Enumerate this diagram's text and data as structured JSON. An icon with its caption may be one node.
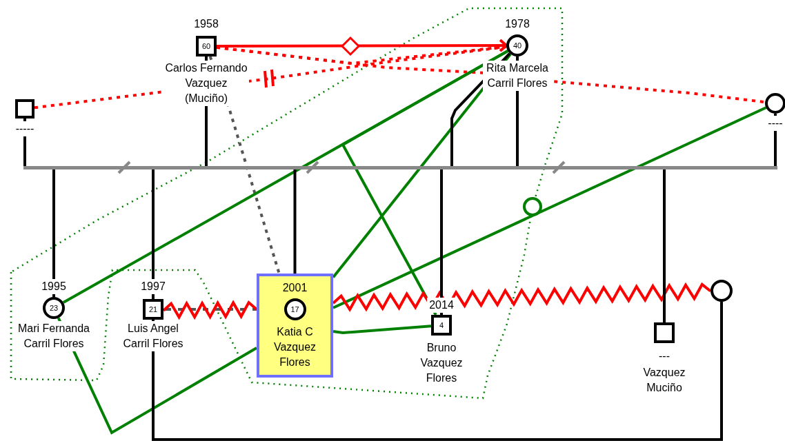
{
  "diagram": {
    "nodes": [
      {
        "text": [
          "60"
        ],
        "beside": [
          "1958",
          "Carlos Fernando Vazquez (Muciño)"
        ]
      },
      {
        "text": [
          "40"
        ],
        "beside": [
          "1978",
          "Rita Marcela Carril Flores"
        ]
      },
      {
        "text": [],
        "shape": "box",
        "beside": [
          "-----"
        ]
      },
      {
        "text": [],
        "shape": "circle",
        "beside": [
          "----"
        ]
      },
      {
        "text": [],
        "shape": "bar"
      },
      {
        "text": [
          "23"
        ],
        "beside": [
          "1995",
          "Mari Fernanda Carril Flores"
        ]
      },
      {
        "text": [
          "21"
        ],
        "beside": [
          "1997",
          "Luis Angel Carril Flores"
        ]
      },
      {
        "text": [
          "2001",
          "Katia C Vazquez Flores"
        ]
      },
      {
        "text": [
          "17"
        ],
        "in": 7
      },
      {
        "text": [
          "4"
        ],
        "beside": [
          "2014",
          "Bruno Vazquez Flores"
        ]
      },
      {
        "text": [],
        "shape": "box",
        "beside": [
          "---",
          "Vazquez Muciño"
        ]
      },
      {
        "text": [],
        "shape": "circle"
      }
    ],
    "edges": [
      {
        "from": 0,
        "to": 1,
        "arrow": "to",
        "color": "#ff0000"
      },
      {
        "from": 0,
        "to": 1,
        "arrow": "none",
        "style": "dashed",
        "color": "#ff0000"
      },
      {
        "from": 0,
        "to": 3,
        "arrow": "none",
        "style": "dashed",
        "color": "#ff0000"
      },
      {
        "from": 2,
        "to": 1,
        "arrow": "none",
        "style": "dashed",
        "color": "#ff0000"
      },
      {
        "from": 0,
        "to": 7,
        "arrow": "none",
        "style": "dashed",
        "color": "#555555"
      },
      {
        "from": 1,
        "to": 5,
        "arrow": "none",
        "color": "#008000"
      },
      {
        "from": 1,
        "to": 7,
        "arrow": "none",
        "color": "#008000"
      },
      {
        "from": 1,
        "to": 9,
        "arrow": "none",
        "color": "#008000"
      },
      {
        "from": 3,
        "to": 7,
        "arrow": "none",
        "color": "#008000"
      },
      {
        "from": 7,
        "to": 9,
        "arrow": "none",
        "color": "#008000"
      },
      {
        "from": 5,
        "to": 7,
        "arrow": "none",
        "color": "#008000"
      },
      {
        "from": 6,
        "to": 7,
        "arrow": "none",
        "color": "#ff0000"
      },
      {
        "from": 7,
        "to": 11,
        "arrow": "none",
        "color": "#ff0000"
      },
      {
        "from": 2,
        "to": 4,
        "arrow": "none"
      },
      {
        "from": 0,
        "to": 4,
        "arrow": "none"
      },
      {
        "from": 1,
        "to": 4,
        "arrow": "none"
      },
      {
        "from": 1,
        "to": 4,
        "arrow": "none"
      },
      {
        "from": 3,
        "to": 4,
        "arrow": "none"
      },
      {
        "from": 4,
        "to": 5,
        "arrow": "none"
      },
      {
        "from": 4,
        "to": 6,
        "arrow": "none"
      },
      {
        "from": 4,
        "to": 7,
        "arrow": "none"
      },
      {
        "from": 4,
        "to": 9,
        "arrow": "none"
      },
      {
        "from": 4,
        "to": 10,
        "arrow": "none"
      },
      {
        "from": 6,
        "to": 11,
        "arrow": "none"
      }
    ]
  }
}
